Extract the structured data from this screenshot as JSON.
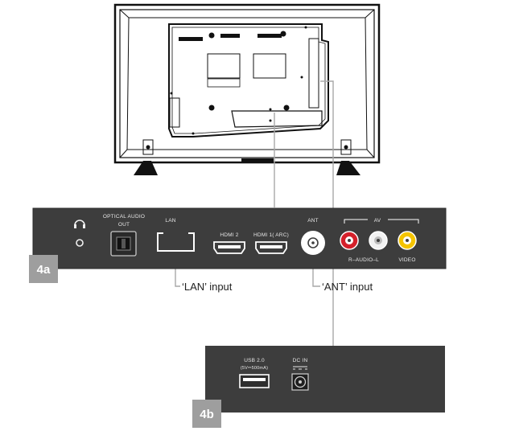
{
  "panel_a": {
    "badge": "4a",
    "ports": {
      "optical_line1": "OPTICAL  AUDIO",
      "optical_line2": "OUT",
      "lan": "LAN",
      "hdmi2": "HDMI 2",
      "hdmi1": "HDMI 1( ARC)",
      "ant": "ANT",
      "av": "AV",
      "r_audio_l": "R–AUDIO–L",
      "video": "VIDEO"
    }
  },
  "panel_b": {
    "badge": "4b",
    "ports": {
      "usb": "USB 2.0",
      "usb_spec": "(5V⎓500mA)",
      "dc_in": "DC IN"
    }
  },
  "callouts": {
    "lan_input": "‘LAN’ input",
    "ant_input": "‘ANT’ input"
  },
  "colors": {
    "panel": "#3d3d3d",
    "badge": "#9e9e9e",
    "av_red": "#d4202a",
    "av_white": "#f2f2f2",
    "av_yellow": "#f5c400",
    "leader_line": "#a8a8a8"
  }
}
